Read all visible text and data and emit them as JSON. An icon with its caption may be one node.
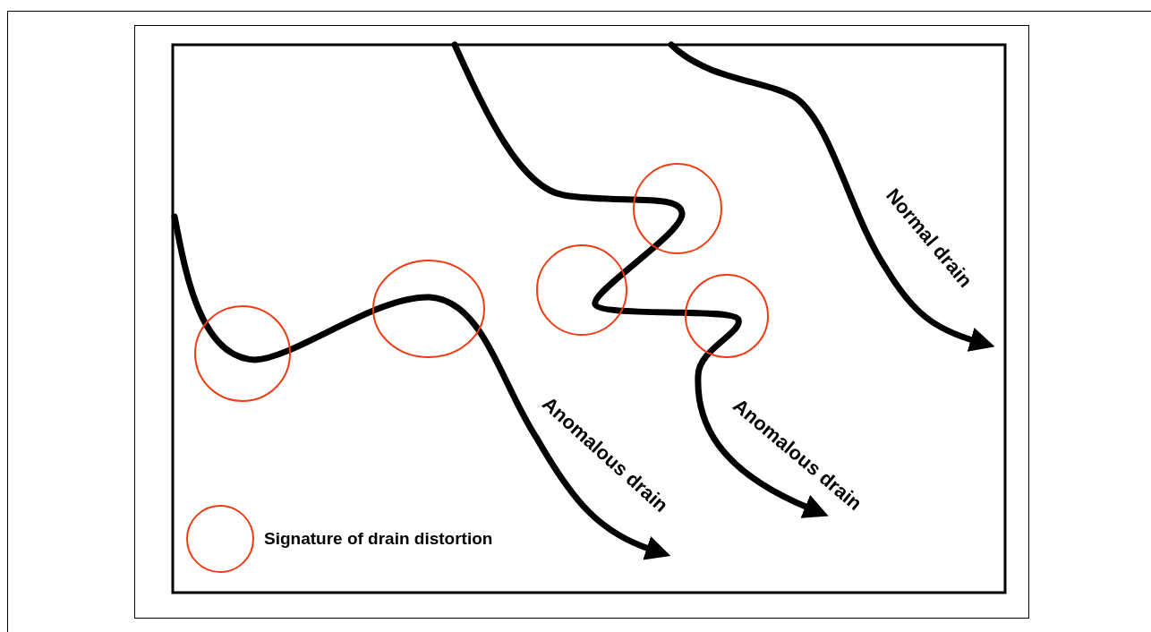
{
  "diagram": {
    "labels": [
      "Normal drain",
      "Anomalous drain",
      "Anomalous drain"
    ],
    "legend": [
      {
        "text": "Signature of drain distortion"
      }
    ]
  }
}
